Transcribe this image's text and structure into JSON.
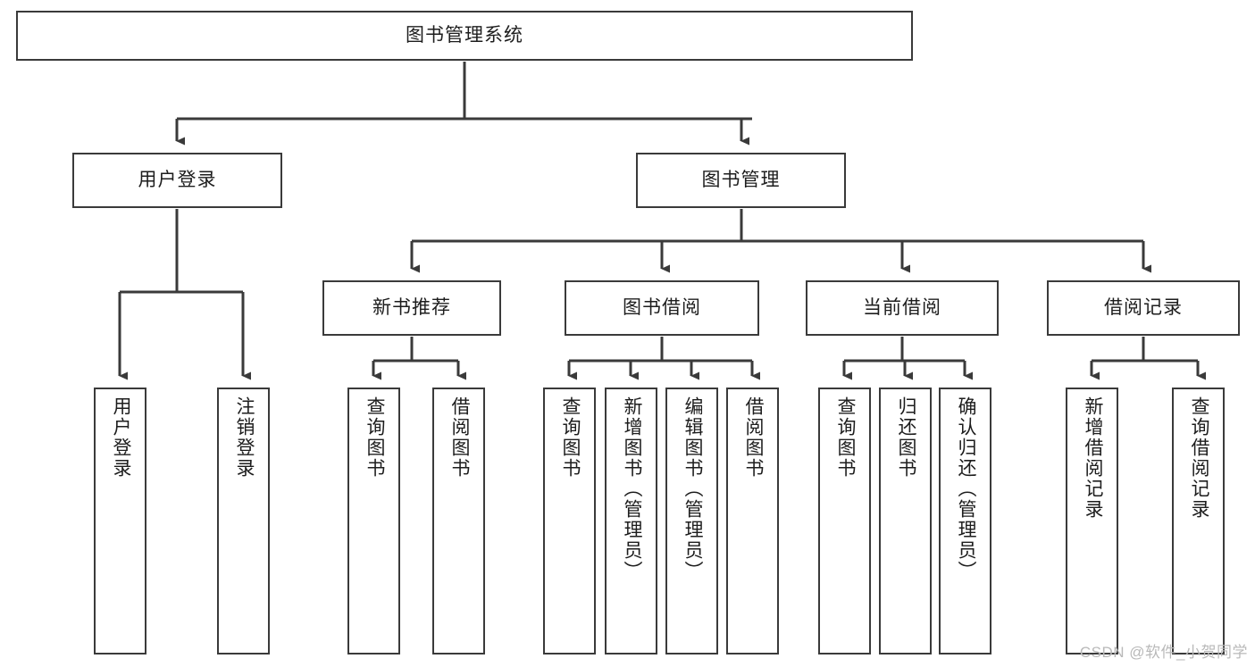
{
  "diagram": {
    "title": "图书管理系统",
    "type": "tree-hierarchy-diagram",
    "orientation": "top-down",
    "colors": {
      "background": "#ffffff",
      "node_fill": "#ffffff",
      "node_stroke": "#3a3a3a",
      "connector": "#3a3a3a",
      "text": "#1d1d1d",
      "watermark": "#b9b9b9"
    }
  },
  "watermark": {
    "text": "CSDN @软件_小贺同学"
  },
  "nodes": {
    "root": {
      "label": "图书管理系统",
      "level": 1
    },
    "level2": [
      {
        "id": "user-login",
        "label": "用户登录"
      },
      {
        "id": "book-management",
        "label": "图书管理"
      }
    ],
    "level3": [
      {
        "id": "new-book-recommend",
        "label": "新书推荐"
      },
      {
        "id": "book-borrow",
        "label": "图书借阅"
      },
      {
        "id": "current-borrow",
        "label": "当前借阅"
      },
      {
        "id": "borrow-record",
        "label": "借阅记录"
      }
    ],
    "leaves": {
      "user_login": [
        {
          "id": "leaf-user-login",
          "label": "用户登录"
        },
        {
          "id": "leaf-logout-login",
          "label": "注销登录"
        }
      ],
      "new_book_recommend": [
        {
          "id": "leaf-query-book-1",
          "label": "查询图书"
        },
        {
          "id": "leaf-borrow-book-1",
          "label": "借阅图书"
        }
      ],
      "book_borrow": [
        {
          "id": "leaf-query-book-2",
          "label": "查询图书"
        },
        {
          "id": "leaf-add-book",
          "label": "新增图书（管理员）"
        },
        {
          "id": "leaf-edit-book",
          "label": "编辑图书（管理员）"
        },
        {
          "id": "leaf-borrow-book-2",
          "label": "借阅图书"
        }
      ],
      "current_borrow": [
        {
          "id": "leaf-query-book-3",
          "label": "查询图书"
        },
        {
          "id": "leaf-return-book",
          "label": "归还图书"
        },
        {
          "id": "leaf-confirm-return",
          "label": "确认归还（管理员）"
        }
      ],
      "borrow_record": [
        {
          "id": "leaf-add-record",
          "label": "新增借阅记录"
        },
        {
          "id": "leaf-query-record",
          "label": "查询借阅记录"
        }
      ]
    }
  }
}
